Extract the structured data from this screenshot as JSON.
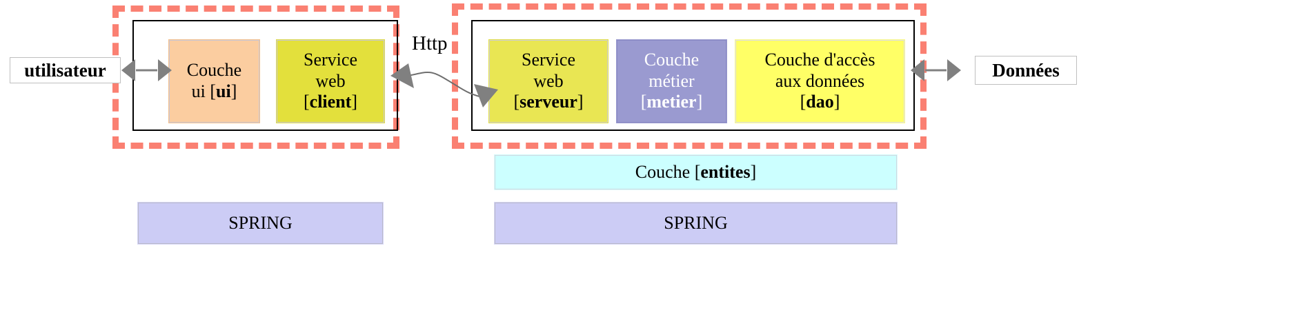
{
  "diagram": {
    "actors": {
      "left": {
        "label": "utilisateur"
      },
      "right": {
        "label": "Données"
      }
    },
    "protocol_label": "Http",
    "client_side": {
      "layers": [
        {
          "id": "ui",
          "line1": "Couche",
          "line2_prefix": "ui [",
          "line2_bold": "ui",
          "line2_suffix": "]",
          "color": "#fbcda0"
        },
        {
          "id": "client",
          "line1": "Service",
          "line2": "web",
          "line3_prefix": "[",
          "line3_bold": "client",
          "line3_suffix": "]",
          "color": "#e3e03c"
        }
      ],
      "spring_label": "SPRING",
      "spring_color": "#ccccf5"
    },
    "server_side": {
      "layers": [
        {
          "id": "serveur",
          "line1": "Service",
          "line2": "web",
          "line3_prefix": "[",
          "line3_bold": "serveur",
          "line3_suffix": "]",
          "color": "#e9e653"
        },
        {
          "id": "metier",
          "line1": "Couche",
          "line2": "métier",
          "line3_prefix": "[",
          "line3_bold": "metier",
          "line3_suffix": "]",
          "color": "#9a9ad0"
        },
        {
          "id": "dao",
          "line1": "Couche d'accès",
          "line2": "aux données",
          "line3_prefix": "[",
          "line3_bold": "dao",
          "line3_suffix": "]",
          "color": "#ffff66"
        }
      ],
      "entites": {
        "prefix": "Couche [",
        "bold": "entites",
        "suffix": "]",
        "color": "#ccffff"
      },
      "spring_label": "SPRING",
      "spring_color": "#ccccf5"
    },
    "style": {
      "dashed_border_color": "#fa8072",
      "solid_border_color": "#000000",
      "arrow_color": "#808080"
    }
  }
}
